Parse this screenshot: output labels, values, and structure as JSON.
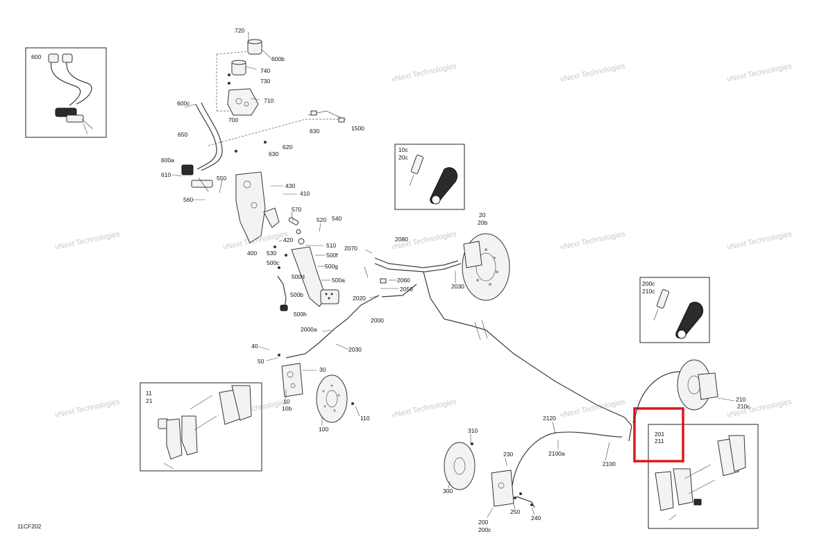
{
  "diagram_code": "11CF202",
  "watermark_text": "vNext Technologies",
  "highlight_color": "#e0161b",
  "callouts": {
    "c720": "720",
    "c600b": "600b",
    "c740": "740",
    "c730": "730",
    "c710": "710",
    "c700": "700",
    "c600": "600",
    "c600c": "600c",
    "c650": "650",
    "c630a": "630",
    "c1500": "1500",
    "c620": "620",
    "c630b": "630",
    "c600a": "600a",
    "c610": "610",
    "c550": "550",
    "c560": "560",
    "c430": "430",
    "c410": "410",
    "c570": "570",
    "c520": "520",
    "c540": "540",
    "c420": "420",
    "c400": "400",
    "c530": "530",
    "c510": "510",
    "c500f": "500f",
    "c500c": "500c",
    "c500g": "500g",
    "c500d": "500d",
    "c500a": "500a",
    "c500b": "500b",
    "c500h": "500h",
    "c10c": "10c",
    "c20c": "20c",
    "c20": "20",
    "c20b": "20b",
    "c2080": "2080",
    "c2070": "2070",
    "c2060": "2060",
    "c2050": "2050",
    "c2030a": "2030",
    "c2020": "2020",
    "c2000": "2000",
    "c2000a": "2000a",
    "c2030b": "2030",
    "c200c": "200c",
    "c210c": "210c",
    "c40": "40",
    "c50": "50",
    "c30": "30",
    "c10": "10",
    "c10b": "10b",
    "c100": "100",
    "c110": "110",
    "c11": "11",
    "c21": "21",
    "c210": "210",
    "c210c2": "210c",
    "c2120": "2120",
    "c2100a": "2100a",
    "c2100": "2100",
    "c310": "310",
    "c230": "230",
    "c300": "300",
    "c250": "250",
    "c240": "240",
    "c200": "200",
    "c200c2": "200c",
    "c201": "201",
    "c211": "211"
  }
}
